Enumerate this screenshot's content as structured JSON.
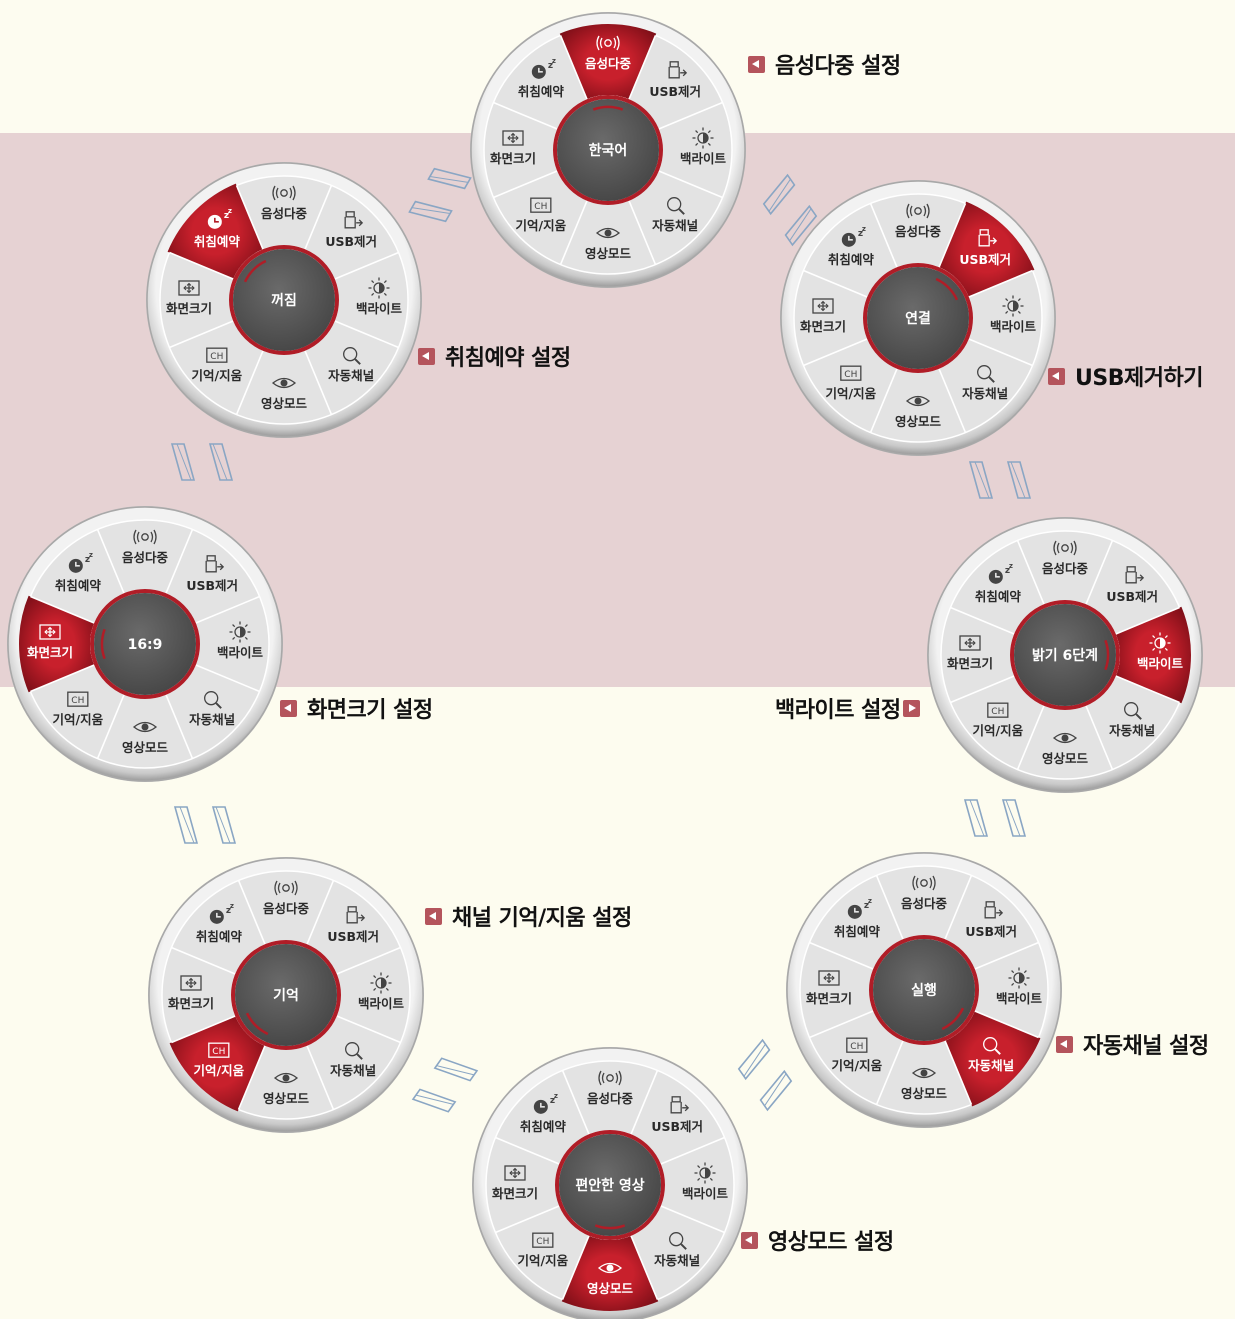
{
  "menu_items": [
    {
      "key": "audio",
      "label": "음성다중",
      "icon": "audio-icon"
    },
    {
      "key": "usb",
      "label": "USB제거",
      "icon": "usb-icon"
    },
    {
      "key": "backlight",
      "label": "백라이트",
      "icon": "backlight-icon"
    },
    {
      "key": "autoch",
      "label": "자동채널",
      "icon": "search-icon"
    },
    {
      "key": "picture",
      "label": "영상모드",
      "icon": "eye-icon"
    },
    {
      "key": "memory",
      "label": "기억/지움",
      "icon": "ch-icon"
    },
    {
      "key": "aspect",
      "label": "화면크기",
      "icon": "aspect-icon"
    },
    {
      "key": "sleep",
      "label": "취침예약",
      "icon": "clock-icon"
    }
  ],
  "icon_texts": {
    "ch": "CH",
    "sleep_z": "z"
  },
  "wheels": [
    {
      "id": "audio",
      "highlight": 0,
      "center": "한국어",
      "caption": "음성다중 설정"
    },
    {
      "id": "usb",
      "highlight": 1,
      "center": "연결",
      "caption": "USB제거하기"
    },
    {
      "id": "backlight",
      "highlight": 2,
      "center": "밝기 6단계",
      "caption": "백라이트 설정"
    },
    {
      "id": "autoch",
      "highlight": 3,
      "center": "실행",
      "caption": "자동채널 설정"
    },
    {
      "id": "picture",
      "highlight": 4,
      "center": "편안한 영상",
      "caption": "영상모드 설정"
    },
    {
      "id": "memory",
      "highlight": 5,
      "center": "기억",
      "caption": "채널 기억/지움 설정"
    },
    {
      "id": "aspect",
      "highlight": 6,
      "center": "16:9",
      "caption": "화면크기 설정"
    },
    {
      "id": "sleep",
      "highlight": 7,
      "center": "꺼짐",
      "caption": "취침예약 설정"
    }
  ],
  "colors": {
    "highlight": "#b01d27",
    "center": "#555555",
    "ring": "#b01d27",
    "wheel_face": "#e3e3e3",
    "arrow": "#8aa6c4",
    "caption_mark": "#b4545c",
    "bg_pink": "#e6d2d3",
    "bg_cream": "#fdfcef"
  }
}
